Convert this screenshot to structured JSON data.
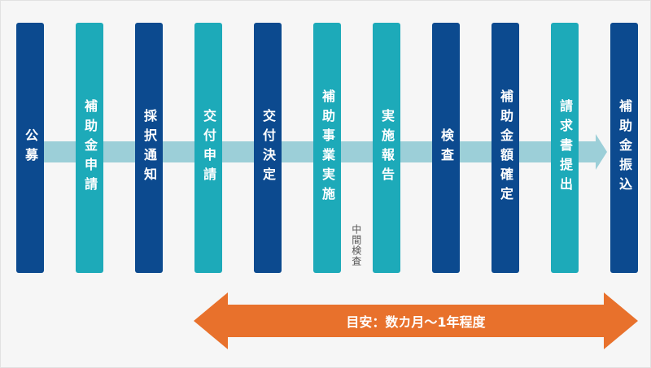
{
  "steps": [
    {
      "label": "公募",
      "tone": "dark"
    },
    {
      "label": "補助金申請",
      "tone": "light"
    },
    {
      "label": "採択通知",
      "tone": "dark"
    },
    {
      "label": "交付申請",
      "tone": "light"
    },
    {
      "label": "交付決定",
      "tone": "dark"
    },
    {
      "label": "補助事業実施",
      "tone": "light"
    },
    {
      "label": "実施報告",
      "tone": "light"
    },
    {
      "label": "検査",
      "tone": "dark"
    },
    {
      "label": "補助金額確定",
      "tone": "dark"
    },
    {
      "label": "請求書提出",
      "tone": "light"
    },
    {
      "label": "補助金振込",
      "tone": "dark"
    }
  ],
  "note": "中間検査",
  "duration_label": "目安：数カ月〜1年程度",
  "colors": {
    "dark": "#0c4a8f",
    "light": "#1daab9",
    "track": "#9ccfd8",
    "arrow": "#e8712c",
    "background": "#f6f6f6"
  }
}
